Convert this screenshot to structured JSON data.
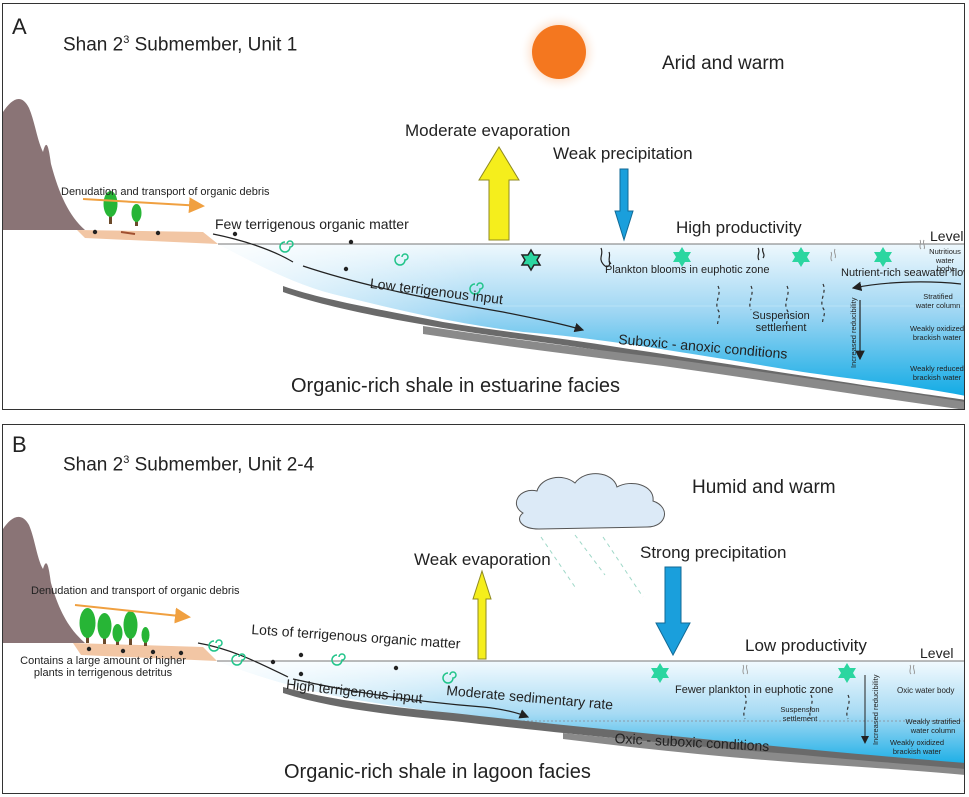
{
  "panel_a": {
    "letter": "A",
    "title_main": "Shan 2",
    "title_sup": "3",
    "title_rest": " Submember, Unit 1",
    "climate": "Arid and warm",
    "evaporation": "Moderate evaporation",
    "precipitation": "Weak precipitation",
    "denudation": "Denudation and transport of organic debris",
    "terrigenous_matter": "Few terrigenous organic matter",
    "productivity": "High productivity",
    "level": "Level",
    "nutritious": "Nutritious water body",
    "plankton": "Plankton blooms in euphotic zone",
    "nutrient_flow": "Nutrient-rich seawater flows in",
    "terrigenous_input": "Low terrigenous input",
    "stratified": "Stratified water column",
    "weakly_oxidized": "Weakly oxidized brackish water",
    "weakly_reduced": "Weakly reduced brackish water",
    "suspension": "Suspension settlement",
    "reducibility": "Increased reducibility",
    "conditions": "Suboxic - anoxic conditions",
    "facies": "Organic-rich shale in estuarine facies"
  },
  "panel_b": {
    "letter": "B",
    "title_main": "Shan 2",
    "title_sup": "3",
    "title_rest": " Submember, Unit 2-4",
    "climate": "Humid and warm",
    "evaporation": "Weak evaporation",
    "precipitation": "Strong precipitation",
    "denudation": "Denudation and transport of organic debris",
    "terrigenous_matter": "Lots of terrigenous organic matter",
    "higher_plants": "Contains a large amount of higher plants in terrigenous detritus",
    "productivity": "Low productivity",
    "level": "Level",
    "plankton": "Fewer plankton  in euphotic zone",
    "oxic_water": "Oxic water body",
    "terrigenous_input": "High terrigenous input",
    "sedimentary_rate": "Moderate sedimentary rate",
    "suspension": "Suspension settlement",
    "reducibility": "Increased reducibility",
    "weakly_stratified": "Weakly stratified water column",
    "weakly_oxidized": "Weakly oxidized brackish water",
    "conditions": "Oxic - suboxic conditions",
    "facies": "Organic-rich shale in lagoon facies"
  },
  "colors": {
    "sun": "#f4771f",
    "evaporation_arrow": "#f5ee1c",
    "precipitation_arrow": "#1a9fdc",
    "water_top": "#e6f4fb",
    "water_bottom": "#1aaee6",
    "mountain": "#8a7476",
    "shore_sediment": "#f2c6a4",
    "plankton": "#2bd6a0",
    "tree": "#27b536",
    "shale": "#666666"
  }
}
